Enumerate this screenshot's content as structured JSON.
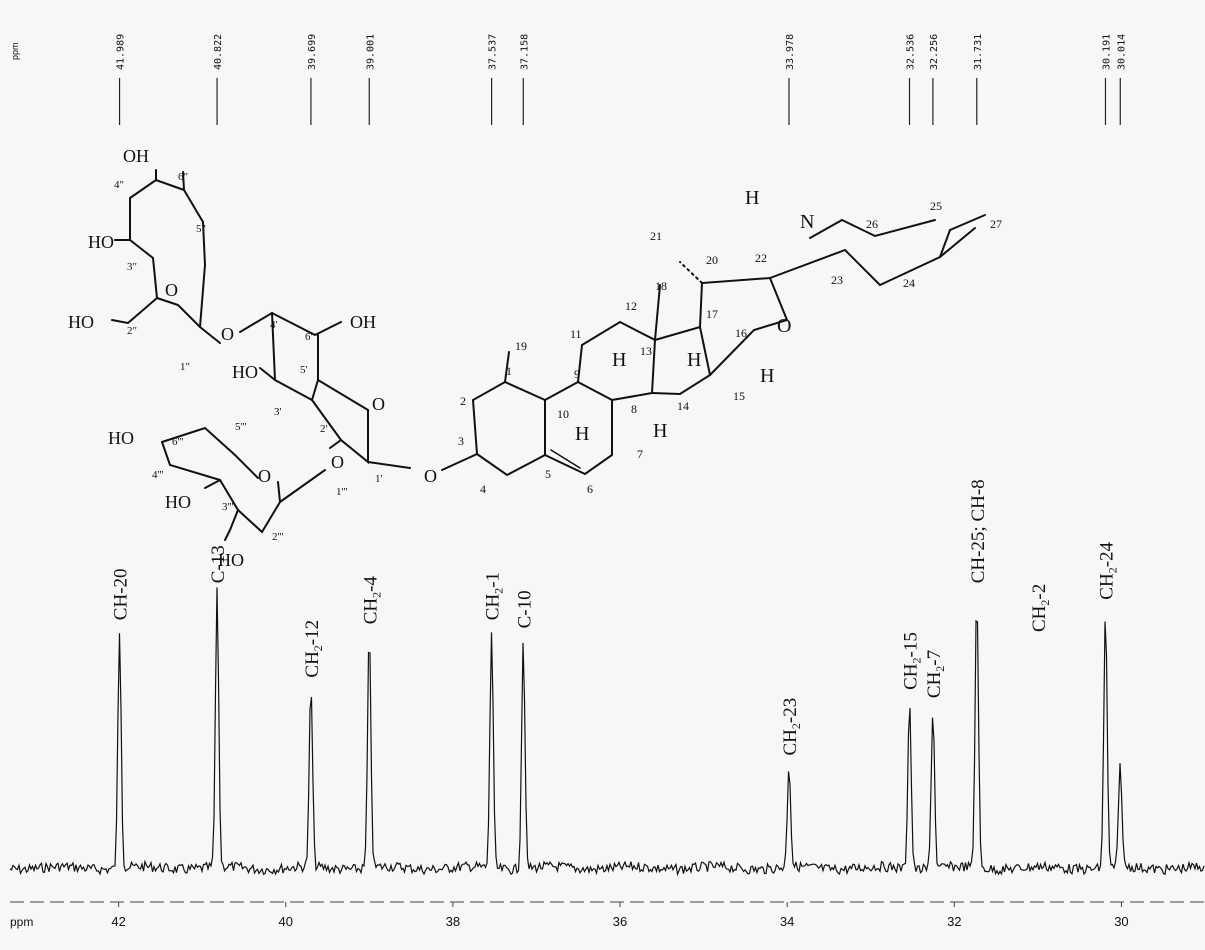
{
  "chart_data": {
    "type": "line",
    "title": "",
    "xlabel": "ppm",
    "ylabel": "",
    "x_reversed": true,
    "xlim": [
      29.0,
      43.3
    ],
    "x_ticks": [
      42,
      40,
      38,
      36,
      34,
      32,
      30
    ],
    "x_tick_labels": [
      "42",
      "40",
      "38",
      "36",
      "34",
      "32",
      "30"
    ],
    "grid": false,
    "peaks": [
      {
        "ppm": 41.989,
        "label": "41.989",
        "assignment": "CH-20",
        "intensity": 0.58
      },
      {
        "ppm": 40.822,
        "label": "40.822",
        "assignment": "C-13",
        "intensity": 0.67
      },
      {
        "ppm": 39.699,
        "label": "39.699",
        "assignment": "CH2-12",
        "intensity": 0.44
      },
      {
        "ppm": 39.001,
        "label": "39.001",
        "assignment": "CH2-4",
        "intensity": 0.57
      },
      {
        "ppm": 37.537,
        "label": "37.537",
        "assignment": "CH2-1",
        "intensity": 0.58
      },
      {
        "ppm": 37.158,
        "label": "37.158",
        "assignment": "C-10",
        "intensity": 0.56
      },
      {
        "ppm": 33.978,
        "label": "33.978",
        "assignment": "CH2-23",
        "intensity": 0.25
      },
      {
        "ppm": 32.536,
        "label": "32.536",
        "assignment": "CH2-15",
        "intensity": 0.41
      },
      {
        "ppm": 32.256,
        "label": "32.256",
        "assignment": "CH2-7",
        "intensity": 0.39
      },
      {
        "ppm": 31.731,
        "label": "31.731",
        "assignment": "CH-25; CH-8",
        "intensity": 0.67
      },
      {
        "ppm": 30.191,
        "label": "30.191",
        "assignment": "CH2-24",
        "intensity": 0.63
      },
      {
        "ppm": 30.014,
        "label": "30.014",
        "assignment": "",
        "intensity": 0.25
      }
    ],
    "extra_annotations": [
      {
        "ppm": 31.0,
        "text": "CH2-2"
      }
    ],
    "top_axis_label": "ppm",
    "bottom_axis_label": "ppm"
  },
  "structure": {
    "atom_labels": {
      "OH_top": "OH",
      "4pp": "4\"",
      "6pp": "6\"",
      "5pp": "5\"",
      "3pp": "3\"",
      "2pp": "2\"",
      "1pp": "1\"",
      "HO_3pp": "HO",
      "HO_2pp": "HO",
      "O_ringpp": "O",
      "O_link1": "O",
      "4p": "4'",
      "6p": "6'",
      "OH_6p": "OH",
      "5p": "5'",
      "3p": "3'",
      "2p": "2'",
      "1p": "1'",
      "HO_3p": "HO",
      "O_ringp": "O",
      "O_link2": "O",
      "6ppp": "6'''",
      "5ppp": "5'''",
      "4ppp": "4'''",
      "3ppp": "3'''",
      "2ppp": "2'''",
      "1ppp": "1'''",
      "HO_4ppp": "HO",
      "HO_3ppp": "HO",
      "HO_2ppp": "HO",
      "O_ringppp": "O",
      "O_3": "O",
      "c1": "1",
      "c2": "2",
      "c3": "3",
      "c4": "4",
      "c5": "5",
      "c6": "6",
      "c7": "7",
      "c8": "8",
      "c9": "9",
      "c10": "10",
      "c11": "11",
      "c12": "12",
      "c13": "13",
      "c14": "14",
      "c15": "15",
      "c16": "16",
      "c17": "17",
      "c18": "18",
      "c19": "19",
      "c20": "20",
      "c21": "21",
      "c22": "22",
      "c23": "23",
      "c24": "24",
      "c25": "25",
      "c26": "26",
      "c27": "27",
      "H_9": "H",
      "H_8": "H",
      "H_14": "H",
      "H_17": "H",
      "H_16": "H",
      "H_N": "H",
      "N": "N",
      "O_ringE": "O"
    }
  }
}
